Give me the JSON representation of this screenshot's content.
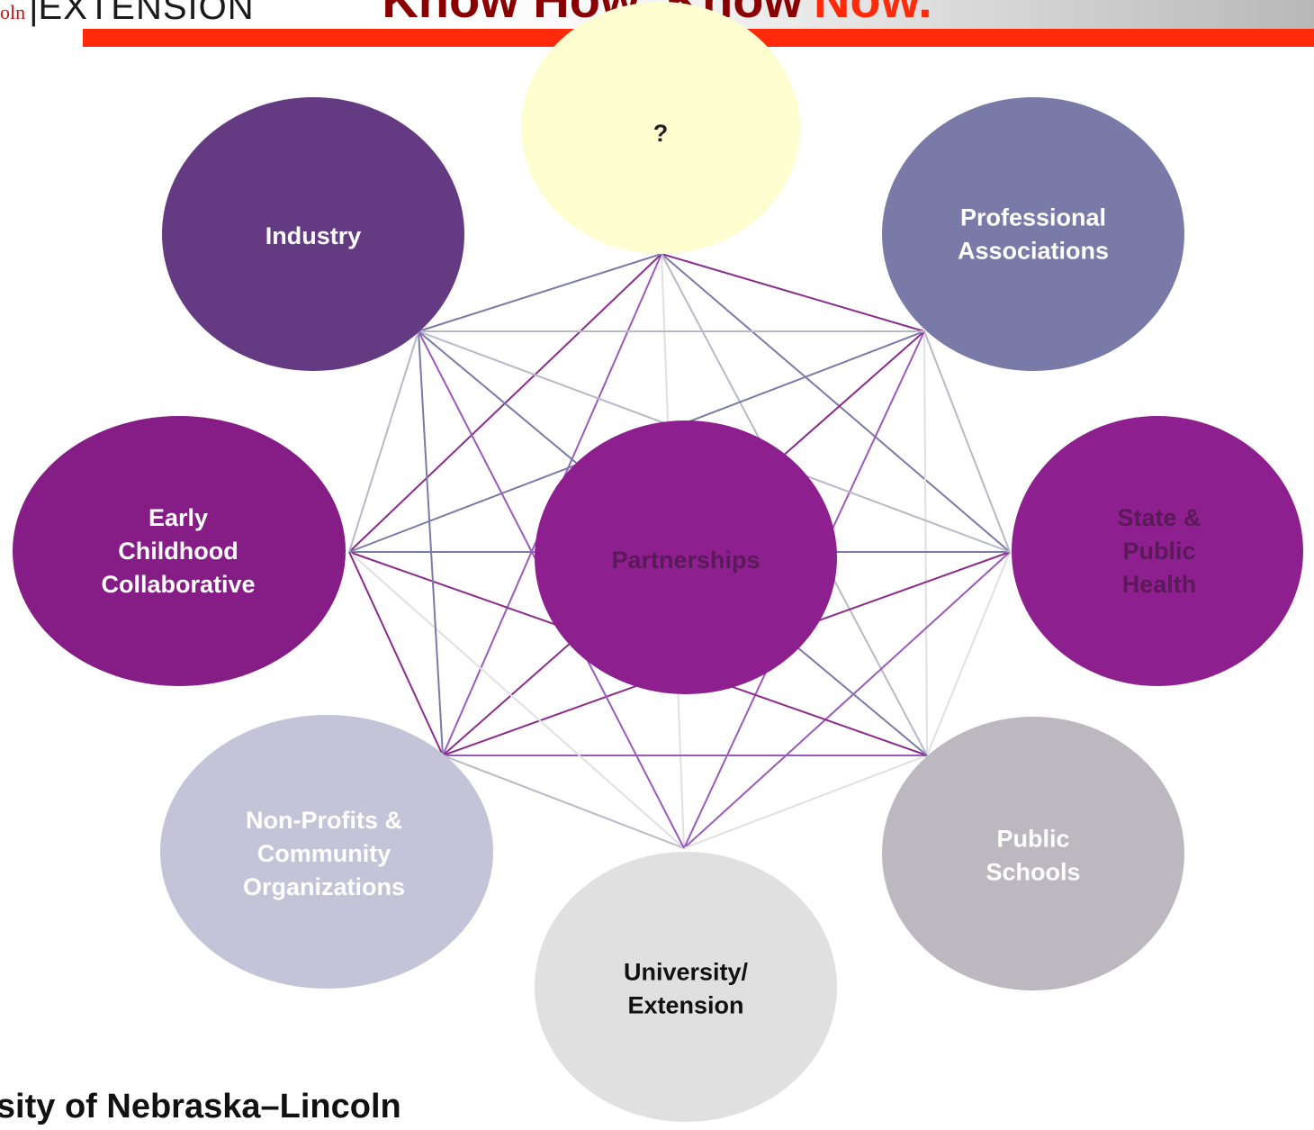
{
  "header": {
    "logo_prefix": "oln",
    "logo_main": "EXTENSION",
    "title_main": "Know How. Know",
    "title_accent": "Now."
  },
  "diagram": {
    "center": {
      "label": "Partnerships",
      "fill": "#8e1f8e",
      "text_color": "#5a1a5a"
    },
    "nodes": [
      {
        "id": "unknown",
        "lines": [
          "?"
        ],
        "fill": "#fefed0",
        "text_color": "#222222"
      },
      {
        "id": "professional-associations",
        "lines": [
          "Professional",
          "Associations"
        ],
        "fill": "#7a7aa8",
        "text_color": "#ffffff"
      },
      {
        "id": "state-public-health",
        "lines": [
          "State &",
          "Public",
          "Health"
        ],
        "fill": "#8e1f8e",
        "text_color": "#5a1a5a"
      },
      {
        "id": "public-schools",
        "lines": [
          "Public",
          "Schools"
        ],
        "fill": "#bdb8c0",
        "text_color": "#ffffff"
      },
      {
        "id": "university-extension",
        "lines": [
          "University/",
          "Extension"
        ],
        "fill": "#e0e0e0",
        "text_color": "#111111"
      },
      {
        "id": "non-profits",
        "lines": [
          "Non-Profits &",
          "Community",
          "Organizations"
        ],
        "fill": "#c4c3d8",
        "text_color": "#ffffff"
      },
      {
        "id": "early-childhood",
        "lines": [
          "Early",
          "Childhood",
          "Collaborative"
        ],
        "fill": "#861c86",
        "text_color": "#ffffff"
      },
      {
        "id": "industry",
        "lines": [
          "Industry"
        ],
        "fill": "#643a82",
        "text_color": "#ffffff"
      }
    ],
    "connector_colors": [
      "#8b2b8b",
      "#7a7aa8",
      "#b8b8c8",
      "#e0e0e0",
      "#9a5abc"
    ]
  },
  "footer": {
    "text": "ersity of Nebraska–Lincoln"
  }
}
